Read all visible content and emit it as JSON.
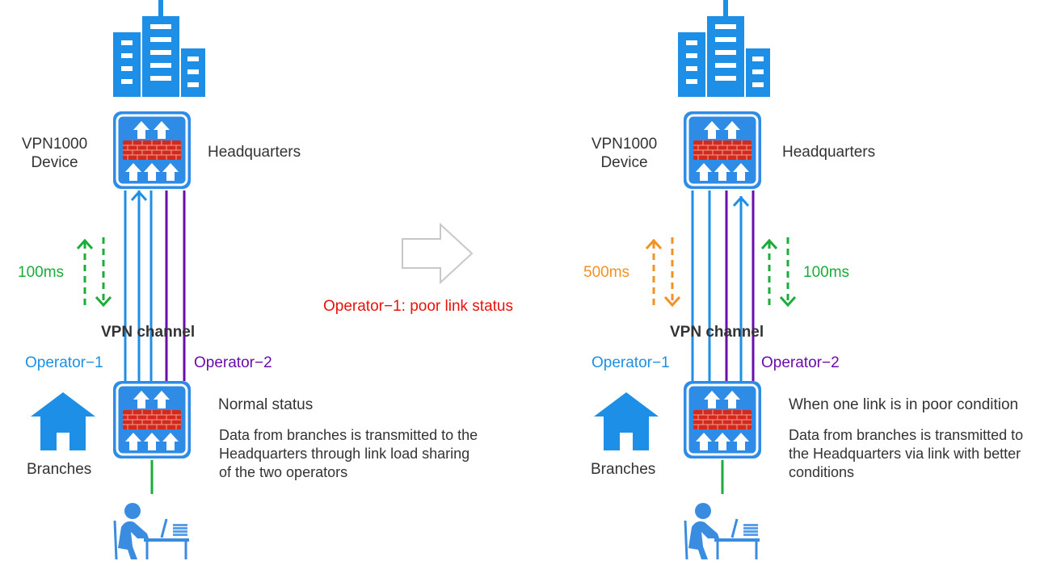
{
  "colors": {
    "blue": "#1e8fe6",
    "purple": "#6a0dad",
    "green": "#1aad3a",
    "orange": "#f39223",
    "red": "#e8120c",
    "device": "#2f8ce6",
    "brick": "#d42a1e"
  },
  "transition": {
    "label": "Operator−1: poor link status",
    "icon": "hollow-arrow-right-icon"
  },
  "left": {
    "device_label": "VPN1000\nDevice",
    "hq_label": "Headquarters",
    "latency": "100ms",
    "channel": "VPN channel",
    "operator1": "Operator−1",
    "operator2": "Operator−2",
    "branches": "Branches",
    "status_title": "Normal status",
    "status_desc": "Data from branches is transmitted to the Headquarters through link load sharing of the two operators"
  },
  "right": {
    "device_label": "VPN1000\nDevice",
    "hq_label": "Headquarters",
    "latency_bad": "500ms",
    "latency_good": "100ms",
    "channel": "VPN channel",
    "operator1": "Operator−1",
    "operator2": "Operator−2",
    "branches": "Branches",
    "status_title": "When one link is in poor condition",
    "status_desc": "Data from branches is transmitted to the Headquarters via link with better conditions"
  }
}
